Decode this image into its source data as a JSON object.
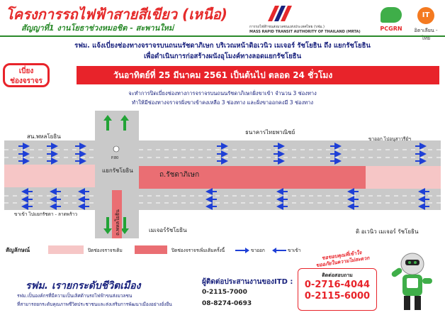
{
  "header": {
    "title": "โครงการรถไฟฟ้าสายสีเขียว (เหนือ)",
    "subtitle": "สัญญาที่1 งานโยธาช่วงหมอชิต - สะพานใหม่",
    "mrta_th": "การรถไฟฟ้าขนส่งมวลชนแห่งประเทศไทย (รฟม.)",
    "mrta_en": "MASS RAPID TRANSIT AUTHORITY OF THAILAND (MRTA)",
    "pcgrn": "PCGRN",
    "itd": "อิตาเลียน - ไทย",
    "itd_mark": "IT"
  },
  "announcement": {
    "line1": "รฟม. แจ้งเบี่ยงช่องทางจราจรบนถนนรัชดาภิเษก บริเวณหน้าดิอเวนิว เมเจอร์ รัชโยธิน ถึง แยกรัชโยธิน",
    "line2": "เพื่อดำเนินการก่อสร้างผนังอุโมงค์ทางลอดแยกรัชโยธิน",
    "badge": [
      "เบี่ยง",
      "ช่องจราจร"
    ],
    "date_bar": "วันอาทิตย์ที่ 25 มีนาคม 2561 เป็นต้นไป ตลอด 24 ชั่วโมง",
    "note1": "จะทำการปิดเบี่ยงช่องทางการจราจรบนถนนรัชดาภิเษกฝั่งขาเข้า จำนวน 3 ช่องทาง",
    "note2": "ทำให้มีช่องทางจราจรฝั่งขาเข้าคงเหลือ 3 ช่องทาง และฝั่งขาออกคงมี 3 ช่องทาง"
  },
  "map": {
    "place_tl": "สน.พหลโยธิน",
    "place_tr": "ธนาคารไทยพาณิชย์",
    "outbound": "ขาออก ไปอนุสาวรีย์ฯ",
    "junction": "แยกรัชโยธิน",
    "road": "ถ.รัชดาภิเษก",
    "phahon": "ถ.พหลโยธิน",
    "inbound": "ขาเข้า ไปแยกรัชดา - ลาดพร้าว",
    "place_bl": "เมเจอร์รัชโยธิน",
    "place_br": "ดิ อเวนิว เมเจอร์ รัชโยธิน",
    "pillar": "P.80",
    "colors": {
      "road": "#c9c9c9",
      "closed": "#f6c6c6",
      "closed_more": "#ea6e73",
      "arrow": "#1e3fd6",
      "arrow_green": "#22a336"
    }
  },
  "legend": {
    "title": "สัญลักษณ์",
    "closed_original": "ปิดช่องจราจรเดิม",
    "closed_added": "ปิดช่องจราจรเพิ่มเติมครั้งนี้",
    "outbound": "ขาออก",
    "inbound": "ขาเข้า"
  },
  "footer": {
    "slogan": "รฟม. เรายกระดับชีวิตเมือง",
    "line1": "รฟม.เป็นองค์กรที่มีความเป็นเลิศด้านรถไฟฟ้าขนส่งมวลชน",
    "line2": "ที่สามารถยกระดับคุณภาพชีวิตประชาชนและส่งเสริมการพัฒนาเมืองอย่างยั่งยืน",
    "contact_title": "ผู้ติดต่อประสานงานของITD :",
    "phone1": "0-2115-7000",
    "phone2": "08-8274-0693",
    "apology": "ขออภัยในความไม่สะดวก",
    "apology_line": "ขอขอบคุณที่เข้าใจ",
    "call_title": "ติดต่อสอบถาม",
    "call1": "0-2716-4044",
    "call2": "0-2115-6000"
  }
}
